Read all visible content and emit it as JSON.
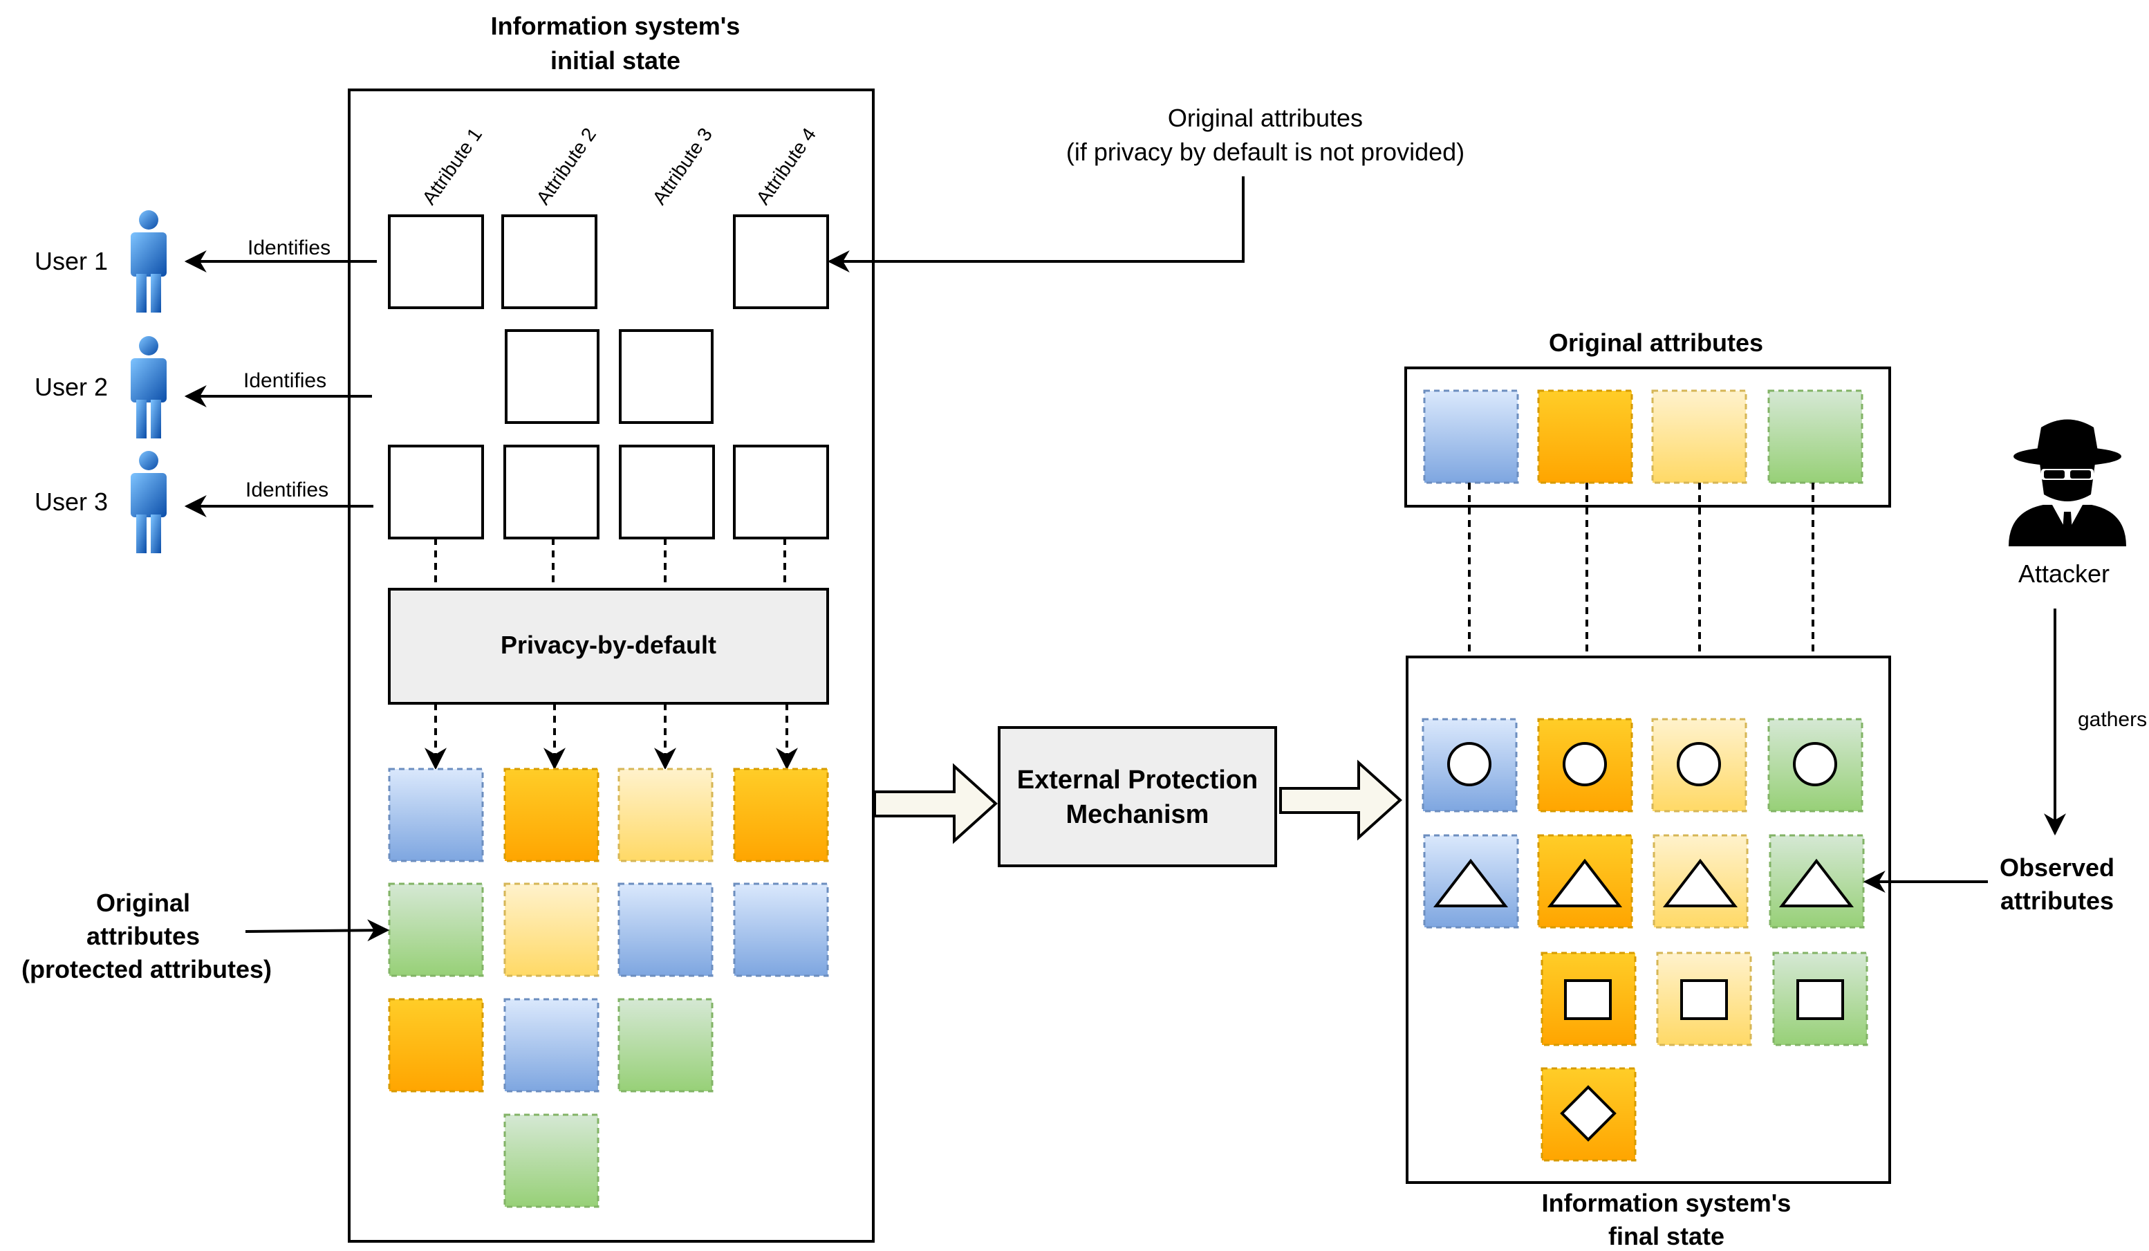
{
  "initial_state": {
    "title_line1": "Information system's",
    "title_line2": "initial state",
    "attributes": [
      "Attribute 1",
      "Attribute 2",
      "Attribute 3",
      "Attribute 4"
    ],
    "privacy_by_default_label": "Privacy-by-default"
  },
  "users": [
    {
      "label": "User 1",
      "edge_label": "Identifies"
    },
    {
      "label": "User 2",
      "edge_label": "Identifies"
    },
    {
      "label": "User 3",
      "edge_label": "Identifies"
    }
  ],
  "original_attributes_note": {
    "line1": "Original attributes",
    "line2": "(if privacy by default is not provided)"
  },
  "protected_attributes_note": {
    "line1": "Original",
    "line2": "attributes",
    "line3": "(protected attributes)"
  },
  "external_protection": {
    "line1": "External Protection",
    "line2": "Mechanism"
  },
  "original_attributes_box": {
    "title": "Original attributes"
  },
  "final_state": {
    "title_line1": "Information system's",
    "title_line2": "final state"
  },
  "attacker": {
    "label": "Attacker",
    "edge_label": "gathers",
    "observed_line1": "Observed",
    "observed_line2": "attributes"
  },
  "colors": {
    "blue": "#7ea6e0",
    "orange": "#ffa500",
    "yellow": "#ffd966",
    "green": "#97d077",
    "box_fill": "#eeeeee",
    "user_icon": "#1e74d4"
  }
}
